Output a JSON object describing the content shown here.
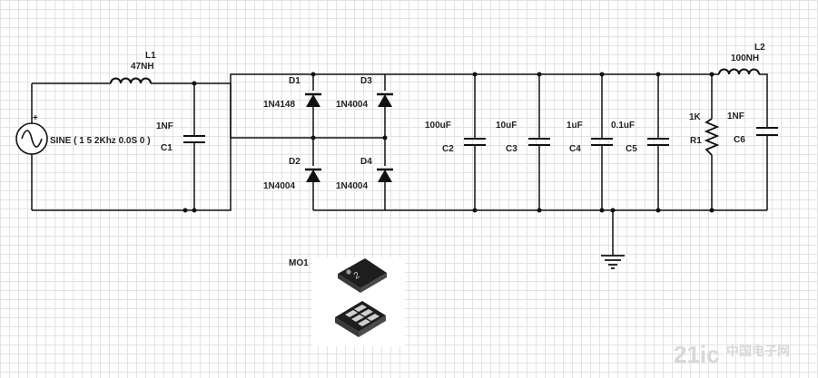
{
  "source": {
    "ref": "",
    "value": "SINE ( 1 5 2Khz 0.0S 0 )",
    "polarity": "+"
  },
  "inductors": [
    {
      "ref": "L1",
      "value": "47NH"
    },
    {
      "ref": "L2",
      "value": "100NH"
    }
  ],
  "capacitors": [
    {
      "ref": "C1",
      "value": "1NF"
    },
    {
      "ref": "C2",
      "value": "100uF"
    },
    {
      "ref": "C3",
      "value": "10uF"
    },
    {
      "ref": "C4",
      "value": "1uF"
    },
    {
      "ref": "C5",
      "value": "0.1uF"
    },
    {
      "ref": "C6",
      "value": "1NF"
    }
  ],
  "diodes": [
    {
      "ref": "D1",
      "value": "1N4148"
    },
    {
      "ref": "D2",
      "value": "1N4004"
    },
    {
      "ref": "D3",
      "value": "1N4004"
    },
    {
      "ref": "D4",
      "value": "1N4004"
    }
  ],
  "resistors": [
    {
      "ref": "R1",
      "value": "1K"
    }
  ],
  "module": {
    "ref": "MO1"
  },
  "watermark": {
    "text": "21ic",
    "subtext": "中国电子网"
  }
}
